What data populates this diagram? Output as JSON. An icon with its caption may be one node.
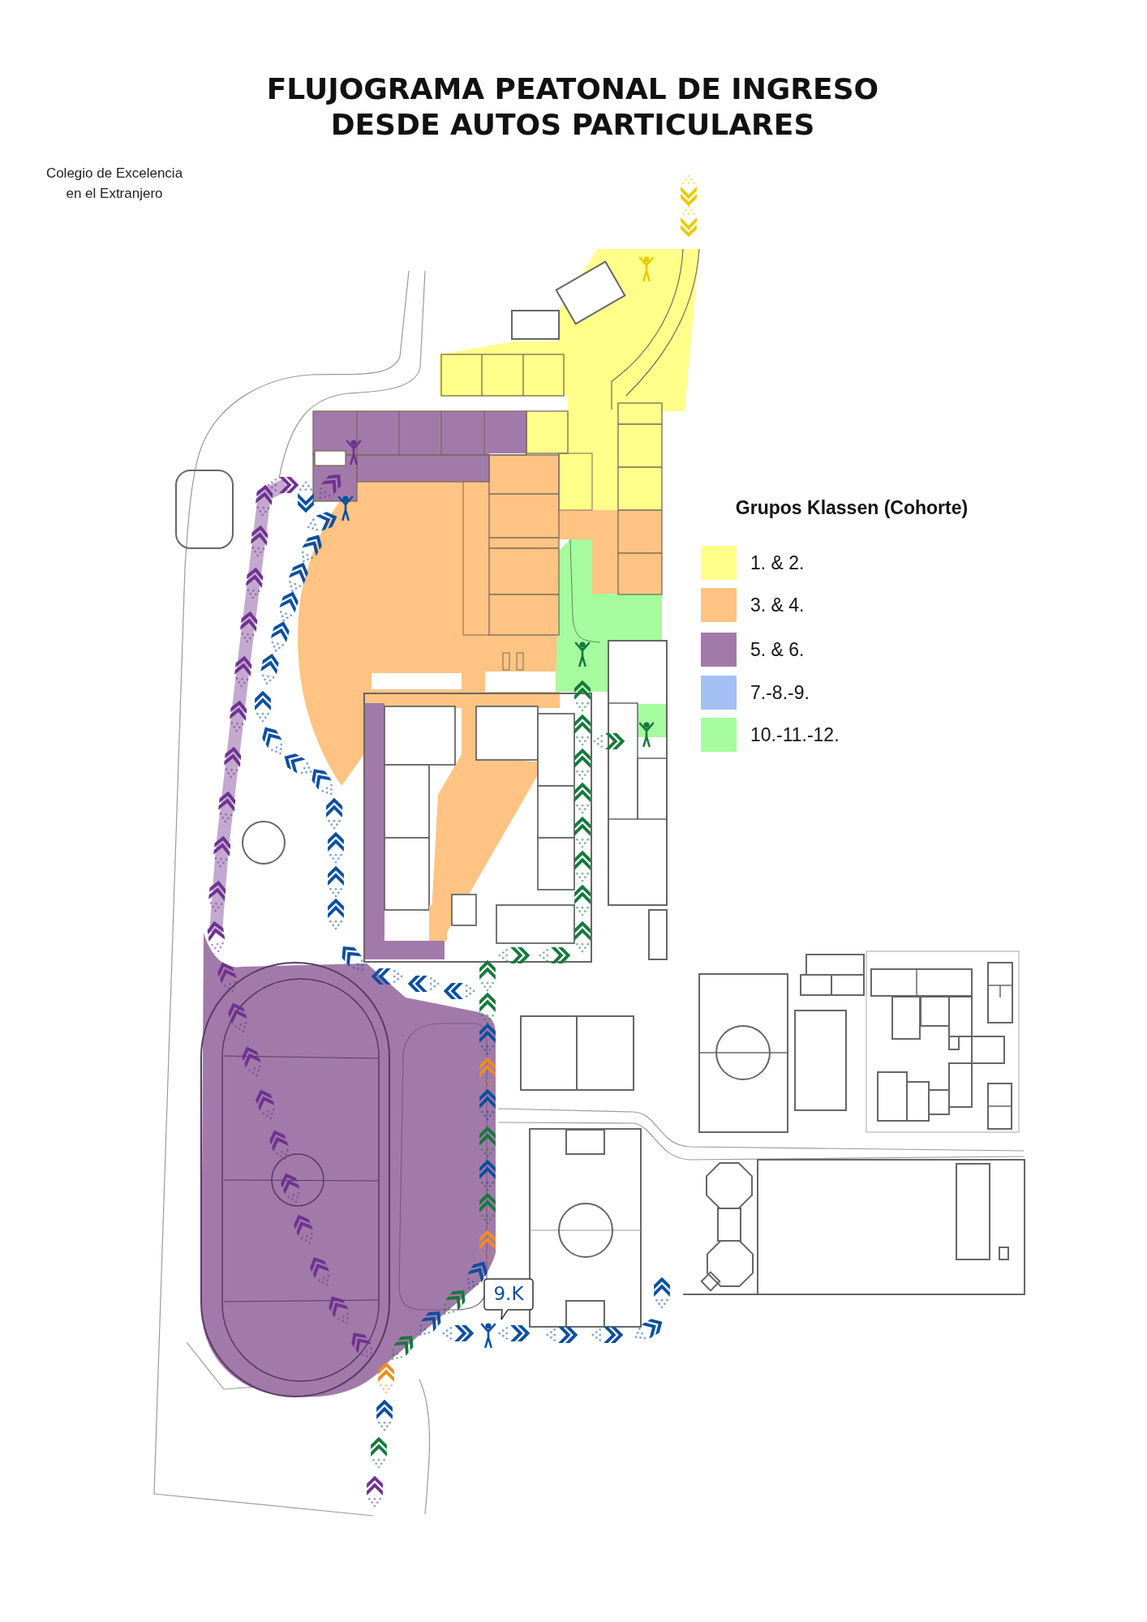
{
  "diagram": {
    "title": "FLUJOGRAMA PEATONAL DE INGRESO DESDE AUTOS PARTICULARES",
    "nodes": [
      {
        "text": [
          "9.K"
        ]
      }
    ],
    "labels": [
      "Colegio de Excelencia en el Extranjero",
      "Grupos Klassen (Cohorte)"
    ],
    "legend": [
      {
        "text": "1. & 2.",
        "color": "#ffff8a"
      },
      {
        "text": "3. & 4.",
        "color": "#ffc483"
      },
      {
        "text": "5. & 6.",
        "color": "#a27aa9"
      },
      {
        "text": "7.-8.-9.",
        "color": "#a4c0f4"
      },
      {
        "text": "10.-11.-12.",
        "color": "#a7fb9f"
      }
    ]
  }
}
